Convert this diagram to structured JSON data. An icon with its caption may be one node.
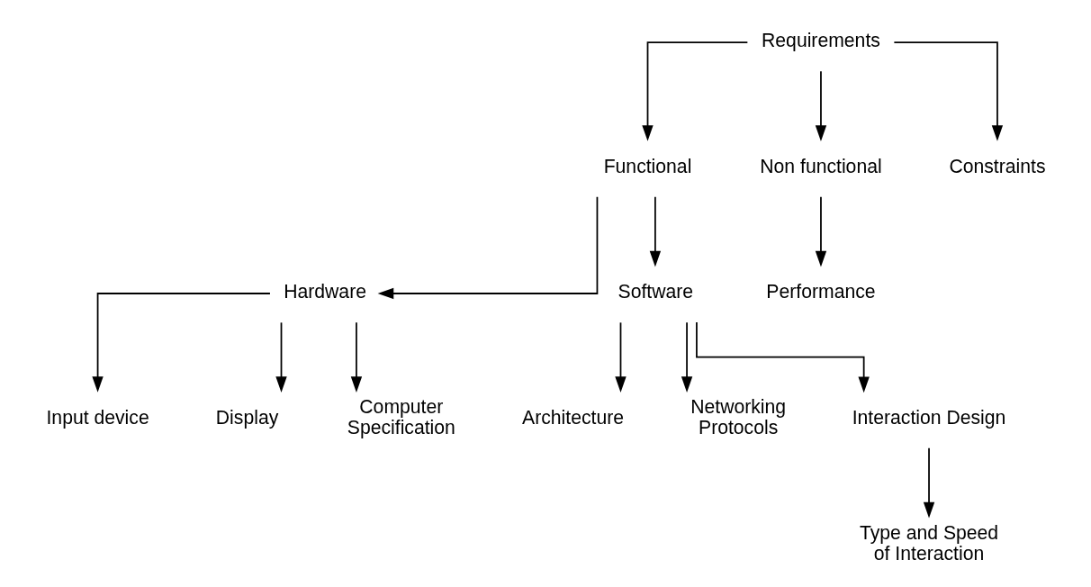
{
  "diagram": {
    "nodes": [
      {
        "text": [
          "Requirements"
        ]
      },
      {
        "text": [
          "Functional"
        ]
      },
      {
        "text": [
          "Non functional"
        ]
      },
      {
        "text": [
          "Constraints"
        ]
      },
      {
        "text": [
          "Hardware"
        ]
      },
      {
        "text": [
          "Software"
        ]
      },
      {
        "text": [
          "Performance"
        ]
      },
      {
        "text": [
          "Input device"
        ]
      },
      {
        "text": [
          "Display"
        ]
      },
      {
        "text": [
          "Computer Specification"
        ]
      },
      {
        "text": [
          "Architecture"
        ]
      },
      {
        "text": [
          "Networking Protocols"
        ]
      },
      {
        "text": [
          "Interaction Design"
        ]
      },
      {
        "text": [
          "Type and Speed of Interaction"
        ]
      }
    ],
    "edges": [
      {
        "from": 0,
        "to": 1,
        "arrow": "to"
      },
      {
        "from": 0,
        "to": 2,
        "arrow": "to"
      },
      {
        "from": 0,
        "to": 3,
        "arrow": "to"
      },
      {
        "from": 1,
        "to": 4,
        "arrow": "to"
      },
      {
        "from": 1,
        "to": 5,
        "arrow": "to"
      },
      {
        "from": 2,
        "to": 6,
        "arrow": "to"
      },
      {
        "from": 4,
        "to": 7,
        "arrow": "to"
      },
      {
        "from": 4,
        "to": 8,
        "arrow": "to"
      },
      {
        "from": 4,
        "to": 9,
        "arrow": "to"
      },
      {
        "from": 5,
        "to": 10,
        "arrow": "to"
      },
      {
        "from": 5,
        "to": 11,
        "arrow": "to"
      },
      {
        "from": 5,
        "to": 12,
        "arrow": "to"
      },
      {
        "from": 12,
        "to": 13,
        "arrow": "to"
      }
    ]
  }
}
